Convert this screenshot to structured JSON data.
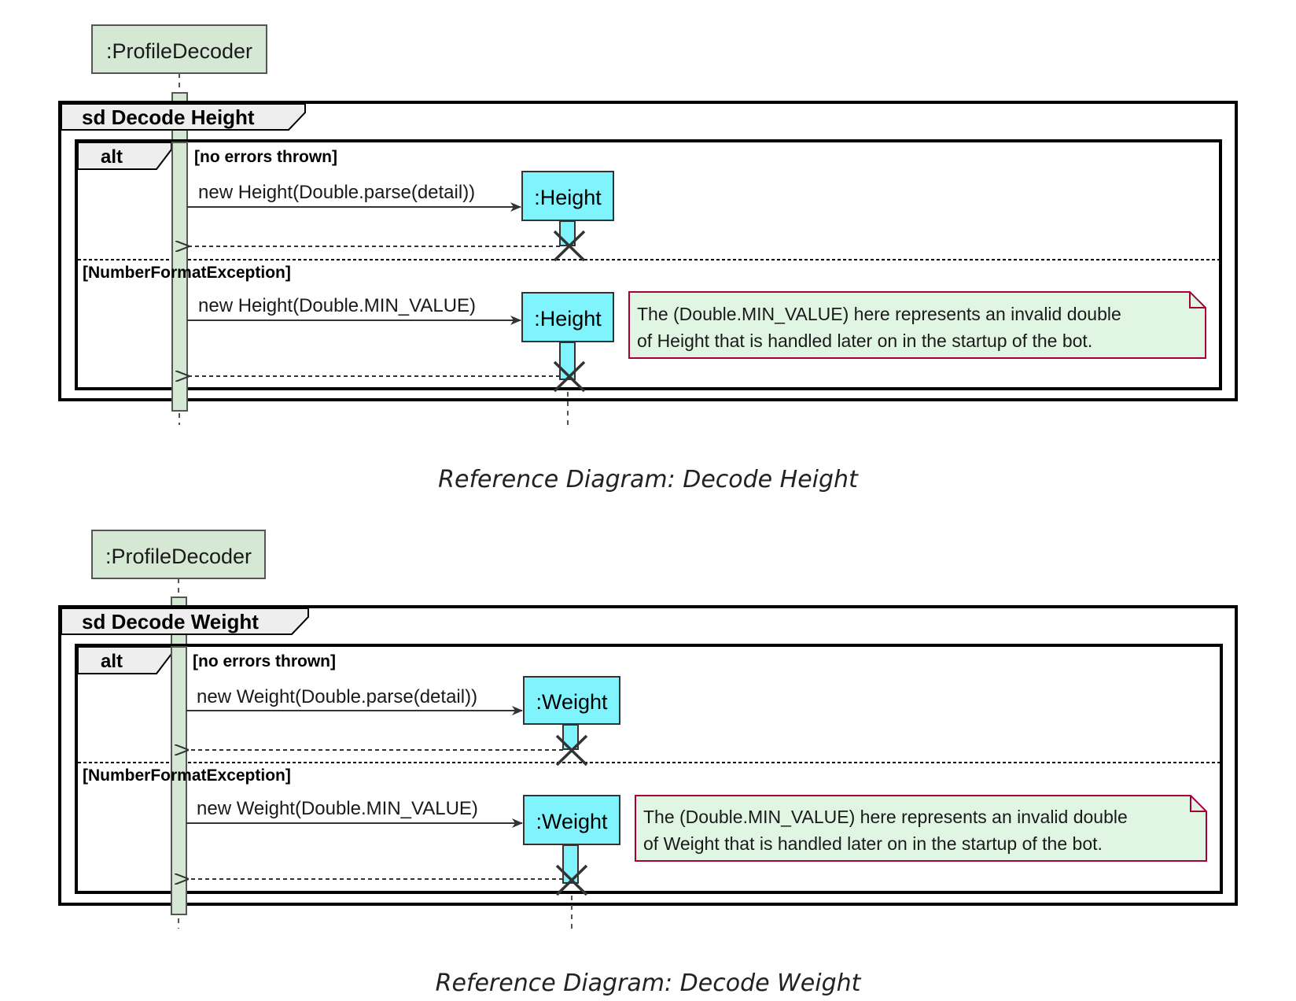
{
  "colors": {
    "participant_fill": "#d5e8d4",
    "participant_stroke": "#555555",
    "object_fill": "#80f4fc",
    "note_fill": "#e1f5e3",
    "note_stroke": "#a80036",
    "frame_stroke": "#000000"
  },
  "diagrams": [
    {
      "participant": ":ProfileDecoder",
      "frame_title": "sd Decode Height",
      "alt_label": "alt",
      "guard_1": "[no errors thrown]",
      "guard_2": "[NumberFormatException]",
      "message_1": "new Height(Double.parse(detail))",
      "object_1": ":Height",
      "message_2": "new Height(Double.MIN_VALUE)",
      "object_2": ":Height",
      "note_line_1": "The (Double.MIN_VALUE) here represents an invalid double",
      "note_line_2": "of Height that is handled later on in the startup of the bot.",
      "caption": "Reference Diagram: Decode Height"
    },
    {
      "participant": ":ProfileDecoder",
      "frame_title": "sd Decode Weight",
      "alt_label": "alt",
      "guard_1": "[no errors thrown]",
      "guard_2": "[NumberFormatException]",
      "message_1": "new Weight(Double.parse(detail))",
      "object_1": ":Weight",
      "message_2": "new Weight(Double.MIN_VALUE)",
      "object_2": ":Weight",
      "note_line_1": "The (Double.MIN_VALUE) here represents an invalid double",
      "note_line_2": "of Weight that is handled later on in the startup of the bot.",
      "caption": "Reference Diagram: Decode Weight"
    }
  ]
}
